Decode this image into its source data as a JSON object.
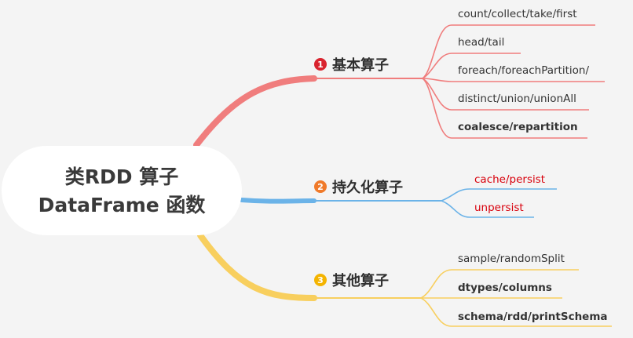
{
  "root": {
    "line1": "类RDD 算子",
    "line2": "DataFrame 函数"
  },
  "branches": [
    {
      "number": "1",
      "label": "基本算子",
      "color": "#f07d7d",
      "badge_color": "#d9232e",
      "leaves": [
        {
          "text": "count/collect/take/first",
          "bold": false,
          "red": false
        },
        {
          "text": "head/tail",
          "bold": false,
          "red": false
        },
        {
          "text": "foreach/foreachPartition/",
          "bold": false,
          "red": false
        },
        {
          "text": "distinct/union/unionAll",
          "bold": false,
          "red": false
        },
        {
          "text": "coalesce/repartition",
          "bold": true,
          "red": false
        }
      ]
    },
    {
      "number": "2",
      "label": "持久化算子",
      "color": "#6bb3e8",
      "badge_color": "#f07a2a",
      "leaves": [
        {
          "text": "cache/persist",
          "bold": false,
          "red": true
        },
        {
          "text": "unpersist",
          "bold": false,
          "red": true
        }
      ]
    },
    {
      "number": "3",
      "label": "其他算子",
      "color": "#f8cf5e",
      "badge_color": "#f4b400",
      "leaves": [
        {
          "text": "sample/randomSplit",
          "bold": false,
          "red": false
        },
        {
          "text": "dtypes/columns",
          "bold": true,
          "red": false
        },
        {
          "text": "schema/rdd/printSchema",
          "bold": true,
          "red": false
        }
      ]
    }
  ]
}
